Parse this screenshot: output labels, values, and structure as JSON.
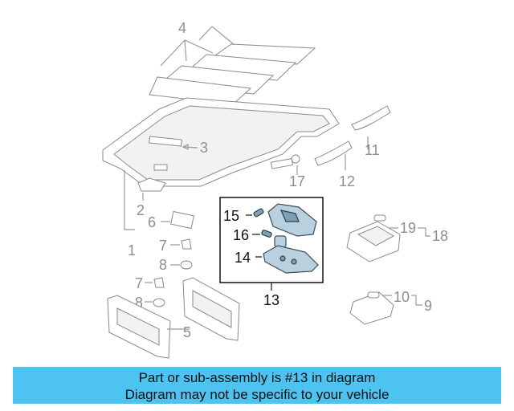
{
  "callouts": {
    "c1": "1",
    "c2": "2",
    "c3": "3",
    "c4": "4",
    "c5": "5",
    "c6": "6",
    "c7a": "7",
    "c7b": "7",
    "c8a": "8",
    "c8b": "8",
    "c9": "9",
    "c10": "10",
    "c11": "11",
    "c12": "12",
    "c13": "13",
    "c14": "14",
    "c15": "15",
    "c16": "16",
    "c17": "17",
    "c18": "18",
    "c19": "19"
  },
  "highlight_colors": {
    "part_fill": "#b9d0de",
    "part_dark": "#7f9fb3",
    "frame": "#000000"
  },
  "banner": {
    "line1": "Part or sub-assembly is #13 in diagram",
    "line2": "Diagram may not be specific to your vehicle",
    "color": "#4cc3f0"
  }
}
